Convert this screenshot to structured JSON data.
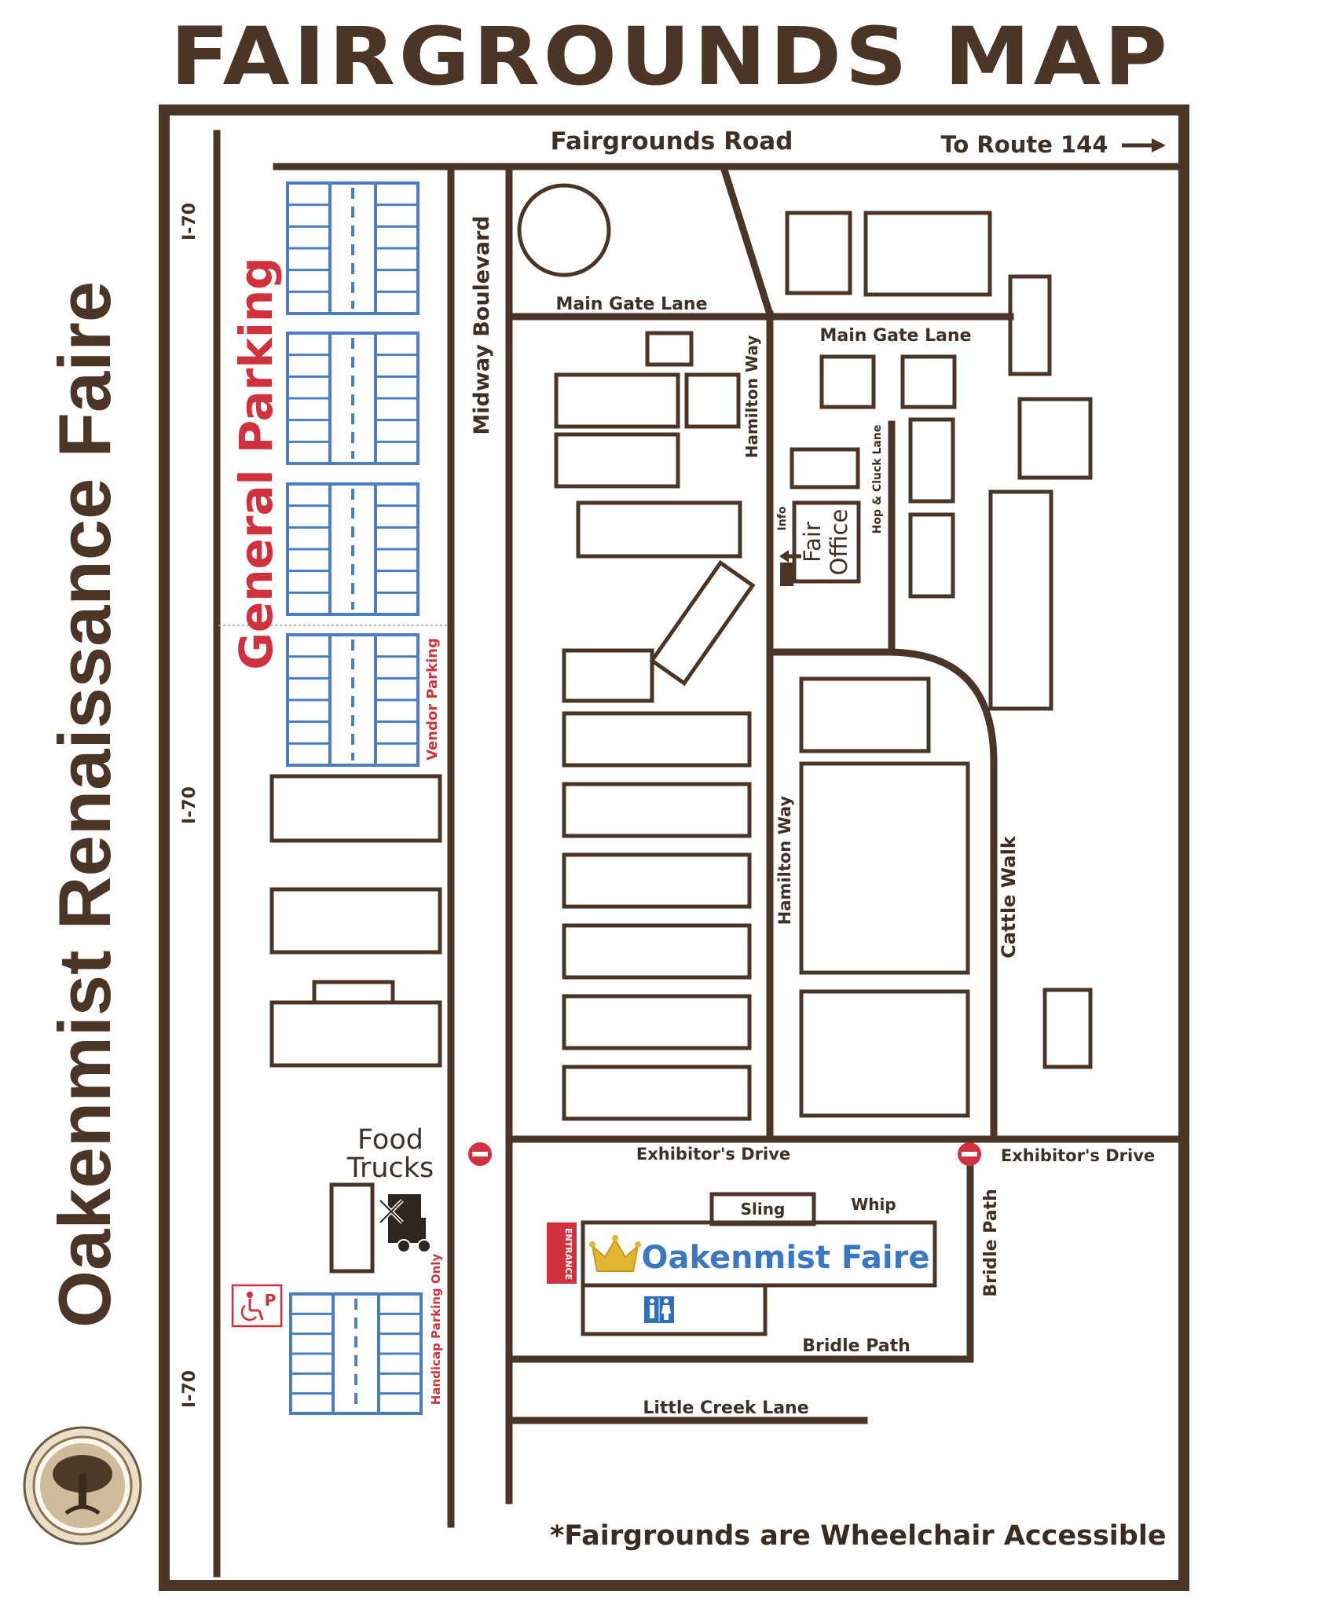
{
  "title": "FAIRGROUNDS MAP",
  "side_title": "Oakenmist Renaissance Faire",
  "footnote": "*Fairgrounds are Wheelchair Accessible",
  "colors": {
    "road": "#4a3527",
    "parking": "#4a7dc4",
    "accent_red": "#d0313d",
    "faire_blue": "#3a78c2",
    "crown": "#e2b532"
  },
  "roads": {
    "fairgrounds_road": "Fairgrounds Road",
    "to_route": "To Route 144",
    "interstate": "I-70",
    "midway": "Midway Boulevard",
    "main_gate_lane": "Main Gate Lane",
    "hamilton_way": "Hamilton Way",
    "hop_cluck": "Hop & Cluck Lane",
    "cattle_walk": "Cattle Walk",
    "exhibitors_drive": "Exhibitor's Drive",
    "bridle_path": "Bridle Path",
    "little_creek": "Little Creek Lane"
  },
  "areas": {
    "general_parking": "General Parking",
    "vendor_parking": "Vendor Parking",
    "handicap_parking": "Handicap Parking Only",
    "food_trucks_line1": "Food",
    "food_trucks_line2": "Trucks",
    "info": "Info",
    "fair_office_line1": "Fair",
    "fair_office_line2": "Office",
    "sling": "Sling",
    "whip": "Whip",
    "faire_name": "Oakenmist Faire",
    "entrance": "ENTRANCE"
  },
  "icons": {
    "handicap": "wheelchair-parking-icon",
    "food_truck": "food-truck-icon",
    "restroom": "restroom-icon",
    "crown": "crown-icon",
    "no_entry": "no-entry-icon",
    "arrow": "arrow-right-icon",
    "seal": "tree-seal-logo"
  }
}
